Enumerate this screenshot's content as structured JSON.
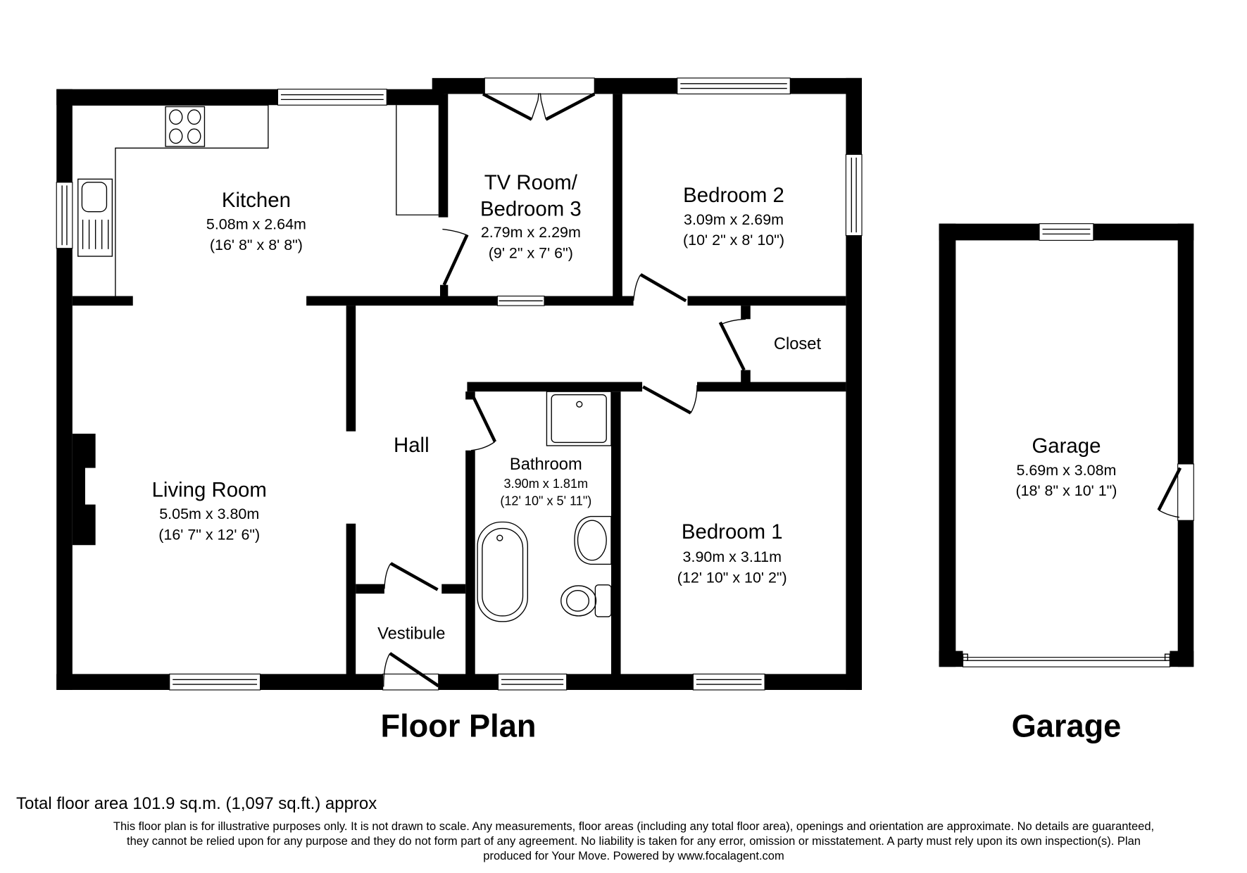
{
  "plans": {
    "floor_plan_title": "Floor Plan",
    "garage_title": "Garage"
  },
  "rooms": {
    "kitchen": {
      "name": "Kitchen",
      "metric": "5.08m x 2.64m",
      "imperial": "(16' 8\" x 8' 8\")"
    },
    "tv_room": {
      "name_line1": "TV Room/",
      "name_line2": "Bedroom 3",
      "metric": "2.79m x 2.29m",
      "imperial": "(9' 2\" x 7' 6\")"
    },
    "bedroom2": {
      "name": "Bedroom 2",
      "metric": "3.09m x 2.69m",
      "imperial": "(10' 2\" x 8' 10\")"
    },
    "closet": {
      "name": "Closet"
    },
    "hall": {
      "name": "Hall"
    },
    "bathroom": {
      "name": "Bathroom",
      "metric": "3.90m x 1.81m",
      "imperial": "(12' 10\" x 5' 11\")"
    },
    "living_room": {
      "name": "Living Room",
      "metric": "5.05m x 3.80m",
      "imperial": "(16' 7\" x 12' 6\")"
    },
    "bedroom1": {
      "name": "Bedroom 1",
      "metric": "3.90m x 3.11m",
      "imperial": "(12' 10\" x 10' 2\")"
    },
    "vestibule": {
      "name": "Vestibule"
    },
    "garage": {
      "name": "Garage",
      "metric": "5.69m x 3.08m",
      "imperial": "(18' 8\" x 10' 1\")"
    }
  },
  "footer": {
    "total_area": "Total floor area 101.9 sq.m. (1,097 sq.ft.) approx",
    "disclaimer_line1": "This floor plan is for illustrative purposes only. It is not drawn to scale. Any measurements, floor areas (including any total floor area), openings and orientation are approximate. No details are guaranteed,",
    "disclaimer_line2": "they cannot be relied upon for any purpose and they do not form part of any agreement. No liability is taken for any error, omission or misstatement. A party must rely upon its own inspection(s).  Plan",
    "disclaimer_line3": "produced for Your Move. Powered by www.focalagent.com"
  },
  "colors": {
    "wall": "#000000",
    "background": "#ffffff"
  }
}
